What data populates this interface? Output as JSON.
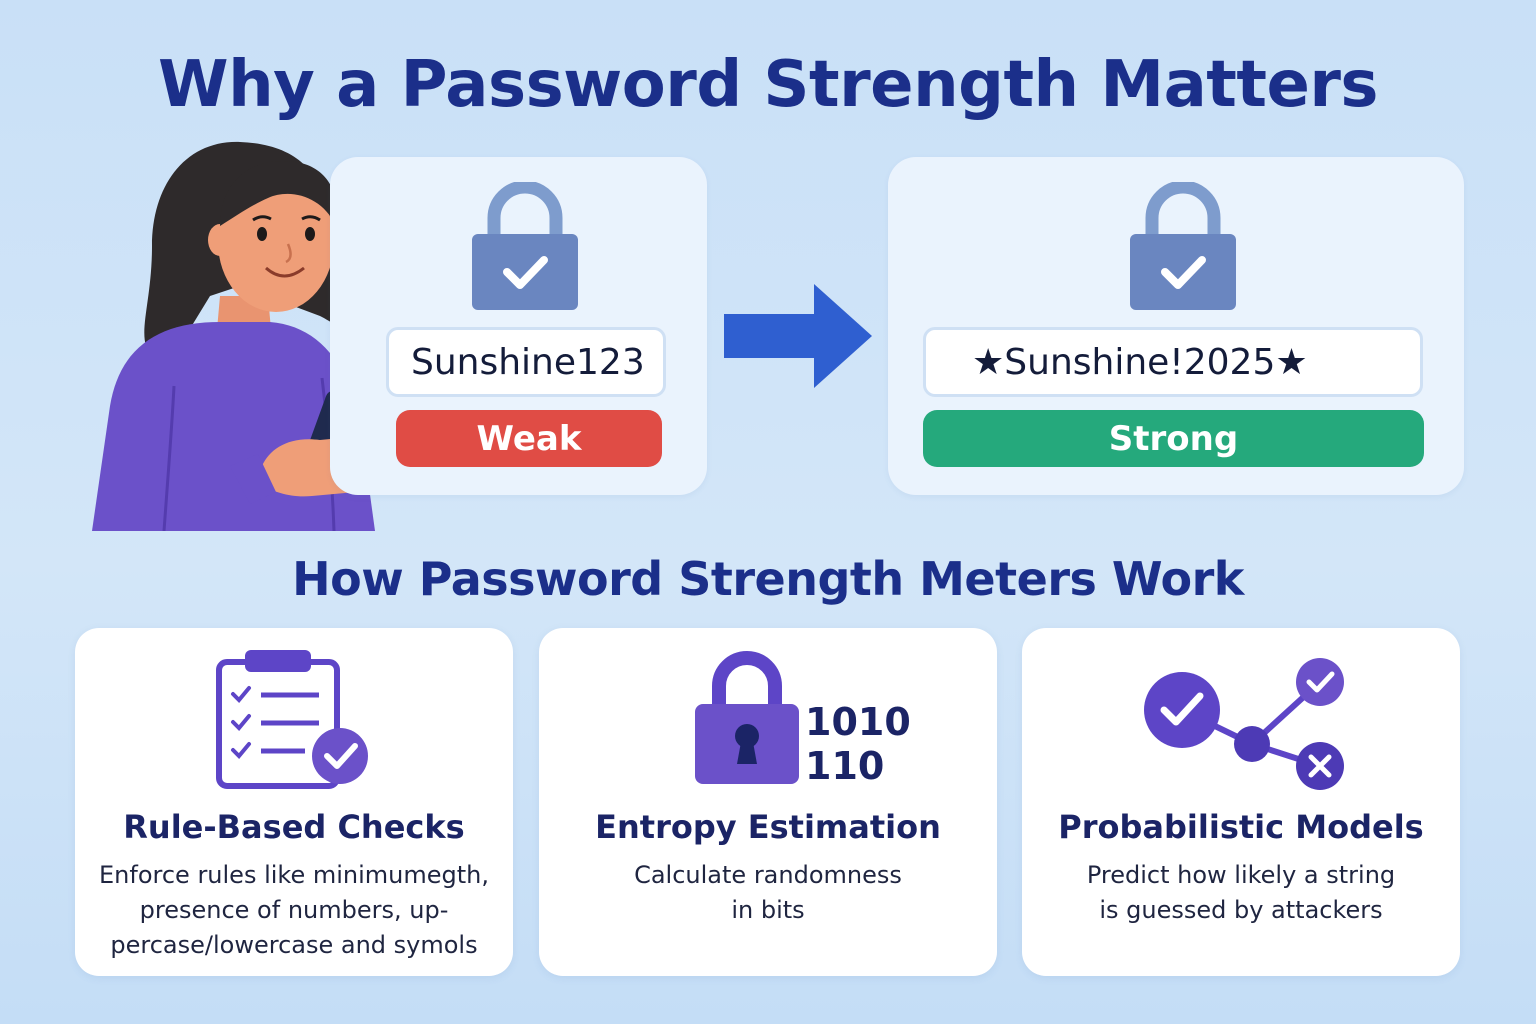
{
  "header": {
    "title": "Why a Password Strength Matters"
  },
  "comparison": {
    "weak": {
      "password": "Sunshine123",
      "meter_label": "Weak",
      "meter_color": "#e04c45",
      "lock_icon": "lock-check-icon"
    },
    "strong": {
      "password": "★Sunshine!2025★",
      "meter_label": "Strong",
      "meter_color": "#25a97c",
      "lock_icon": "lock-check-icon"
    },
    "arrow_icon": "arrow-right-icon"
  },
  "section": {
    "title": "How Password Strength Meters Work"
  },
  "cards": [
    {
      "icon": "clipboard-checklist-icon",
      "title": "Rule-Based Checks",
      "desc": [
        "Enforce rules like minimumegth,",
        "presence of numbers, up-",
        "percase/lowercase and symols"
      ]
    },
    {
      "icon": "lock-binary-icon",
      "binary": [
        "1010",
        "110"
      ],
      "title": "Entropy Estimation",
      "desc": [
        "Calculate randomness",
        "in bits"
      ]
    },
    {
      "icon": "probability-graph-icon",
      "title": "Probabilistic Models",
      "desc": [
        "Predict how likely a string",
        "is guessed by attackers"
      ]
    }
  ],
  "colors": {
    "title": "#1b2f8a",
    "accent_purple": "#5d45c7",
    "lock_blue": "#6a86c0",
    "arrow_blue": "#2f5fd0"
  }
}
